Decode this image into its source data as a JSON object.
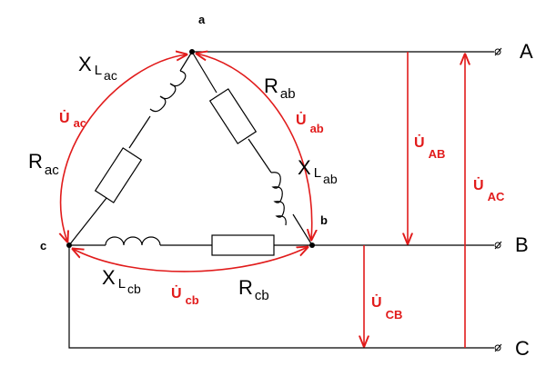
{
  "nodes": {
    "a": "a",
    "b": "b",
    "c": "c"
  },
  "terminals": {
    "A": "A",
    "B": "B",
    "C": "C"
  },
  "components": {
    "r_ab": {
      "main": "R",
      "sub": "ab"
    },
    "x_ab": {
      "main": "X",
      "sub1": "L",
      "sub2": "ab"
    },
    "r_ac": {
      "main": "R",
      "sub": "ac"
    },
    "x_ac": {
      "main": "X",
      "sub1": "L",
      "sub2": "ac"
    },
    "r_cb": {
      "main": "R",
      "sub": "cb"
    },
    "x_cb": {
      "main": "X",
      "sub1": "L",
      "sub2": "cb"
    }
  },
  "voltages": {
    "u_ab": {
      "main": "U̇",
      "sub": "ab"
    },
    "u_ac": {
      "main": "U̇",
      "sub": "ac"
    },
    "u_cb": {
      "main": "U̇",
      "sub": "cb"
    },
    "U_AB": {
      "main": "U̇",
      "sub": "AB"
    },
    "U_AC": {
      "main": "U̇",
      "sub": "AC"
    },
    "U_CB": {
      "main": "U̇",
      "sub": "CB"
    }
  },
  "colors": {
    "voltage": "#e11b1b",
    "wire": "#000000"
  }
}
